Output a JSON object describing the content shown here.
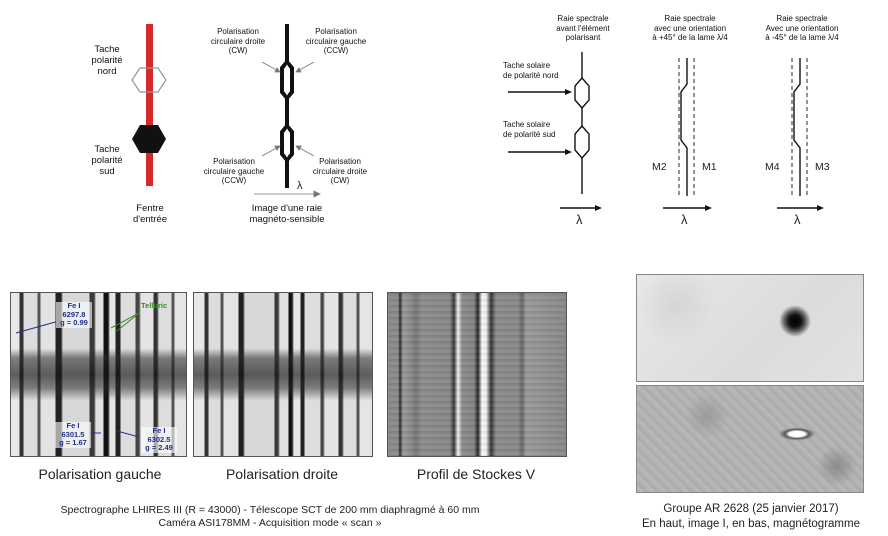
{
  "diagram_left": {
    "north_spot": [
      "Tache",
      "polarité",
      "nord"
    ],
    "south_spot": [
      "Tache",
      "polarité",
      "sud"
    ],
    "slit": [
      "Fentre",
      "d'entrée"
    ],
    "pol_cw_top": [
      "Polarisation",
      "circulaire droite",
      "(CW)"
    ],
    "pol_ccw_top": [
      "Polarisation",
      "circulaire gauche",
      "(CCW)"
    ],
    "pol_ccw_bottom": [
      "Polarisation",
      "circulaire gauche",
      "(CCW)"
    ],
    "pol_cw_bottom": [
      "Polarisation",
      "circulaire droite",
      "(CW)"
    ],
    "lambda": "λ",
    "line_image": [
      "Image d'une raie",
      "magnéto-sensible"
    ]
  },
  "diagram_right": {
    "col1_title": [
      "Raie spectrale",
      "avant l'élément",
      "polarisant"
    ],
    "col2_title": [
      "Raie spectrale",
      "avec une orientation",
      "à +45° de la lame λ/4"
    ],
    "col3_title": [
      "Raie spectrale",
      "Avec une orientation",
      "à -45° de la lame λ/4"
    ],
    "north_spot": [
      "Tache solaire",
      "de polarité nord"
    ],
    "south_spot": [
      "Tache solaire",
      "de polarité sud"
    ],
    "m2": "M2",
    "m1": "M1",
    "m4": "M4",
    "m3": "M3",
    "lambda": "λ"
  },
  "spectra": {
    "fe1": [
      "Fe I",
      "6297.8",
      "g = 0.99"
    ],
    "telluric": "Telluric",
    "fe2": [
      "Fe I",
      "6301.5",
      "g = 1.67"
    ],
    "fe3": [
      "Fe I",
      "6302.5",
      "g = 2.49"
    ],
    "caption_left": "Polarisation gauche",
    "caption_mid": "Polarisation droite",
    "caption_right": "Profil de Stockes V",
    "footer_1": "Spectrographe LHIRES III (R = 43000) - Télescope SCT de 200 mm diaphragmé à 60 mm",
    "footer_2": "Caméra ASI178MM - Acquisition mode « scan »"
  },
  "sun": {
    "caption_1": "Groupe AR 2628 (25 janvier 2017)",
    "caption_2": "En haut, image I, en bas, magnétogramme"
  },
  "colors": {
    "slit": "#d42a2a",
    "annotation_blue": "#1f2f8a",
    "annotation_green": "#3a8a2a"
  }
}
